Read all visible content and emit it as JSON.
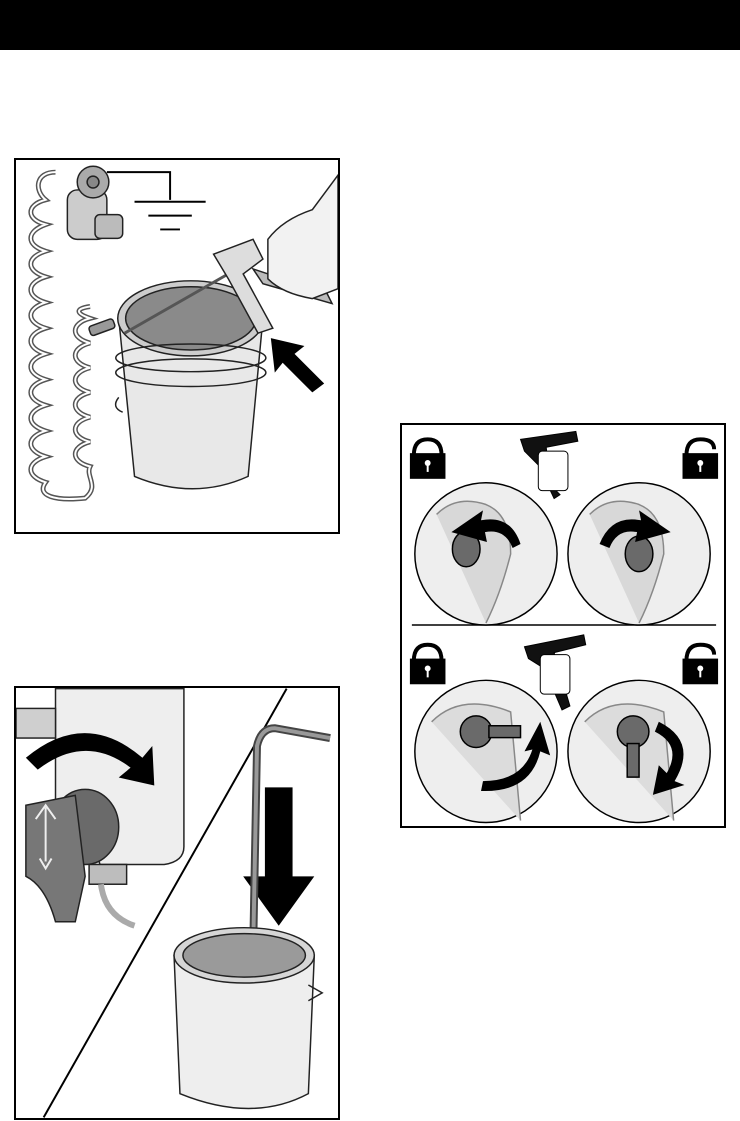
{
  "page": {
    "header_bar_color": "#000000"
  },
  "figures": [
    {
      "name": "grounding-figure",
      "icons": [
        "ground-symbol-icon",
        "water-faucet-icon",
        "clamp-icon",
        "bucket-icon",
        "spray-gun-icon",
        "hand-icon",
        "arrow-icon"
      ]
    },
    {
      "name": "priming-figure",
      "icons": [
        "prime-valve-icon",
        "rotate-arrow-icon",
        "down-arrow-icon",
        "paint-pail-icon",
        "suction-tube-icon"
      ]
    },
    {
      "name": "trigger-lock-figure",
      "icons": [
        "lock-closed-icon",
        "lock-open-icon",
        "spray-gun-icon",
        "rotate-arrow-icon"
      ]
    }
  ]
}
